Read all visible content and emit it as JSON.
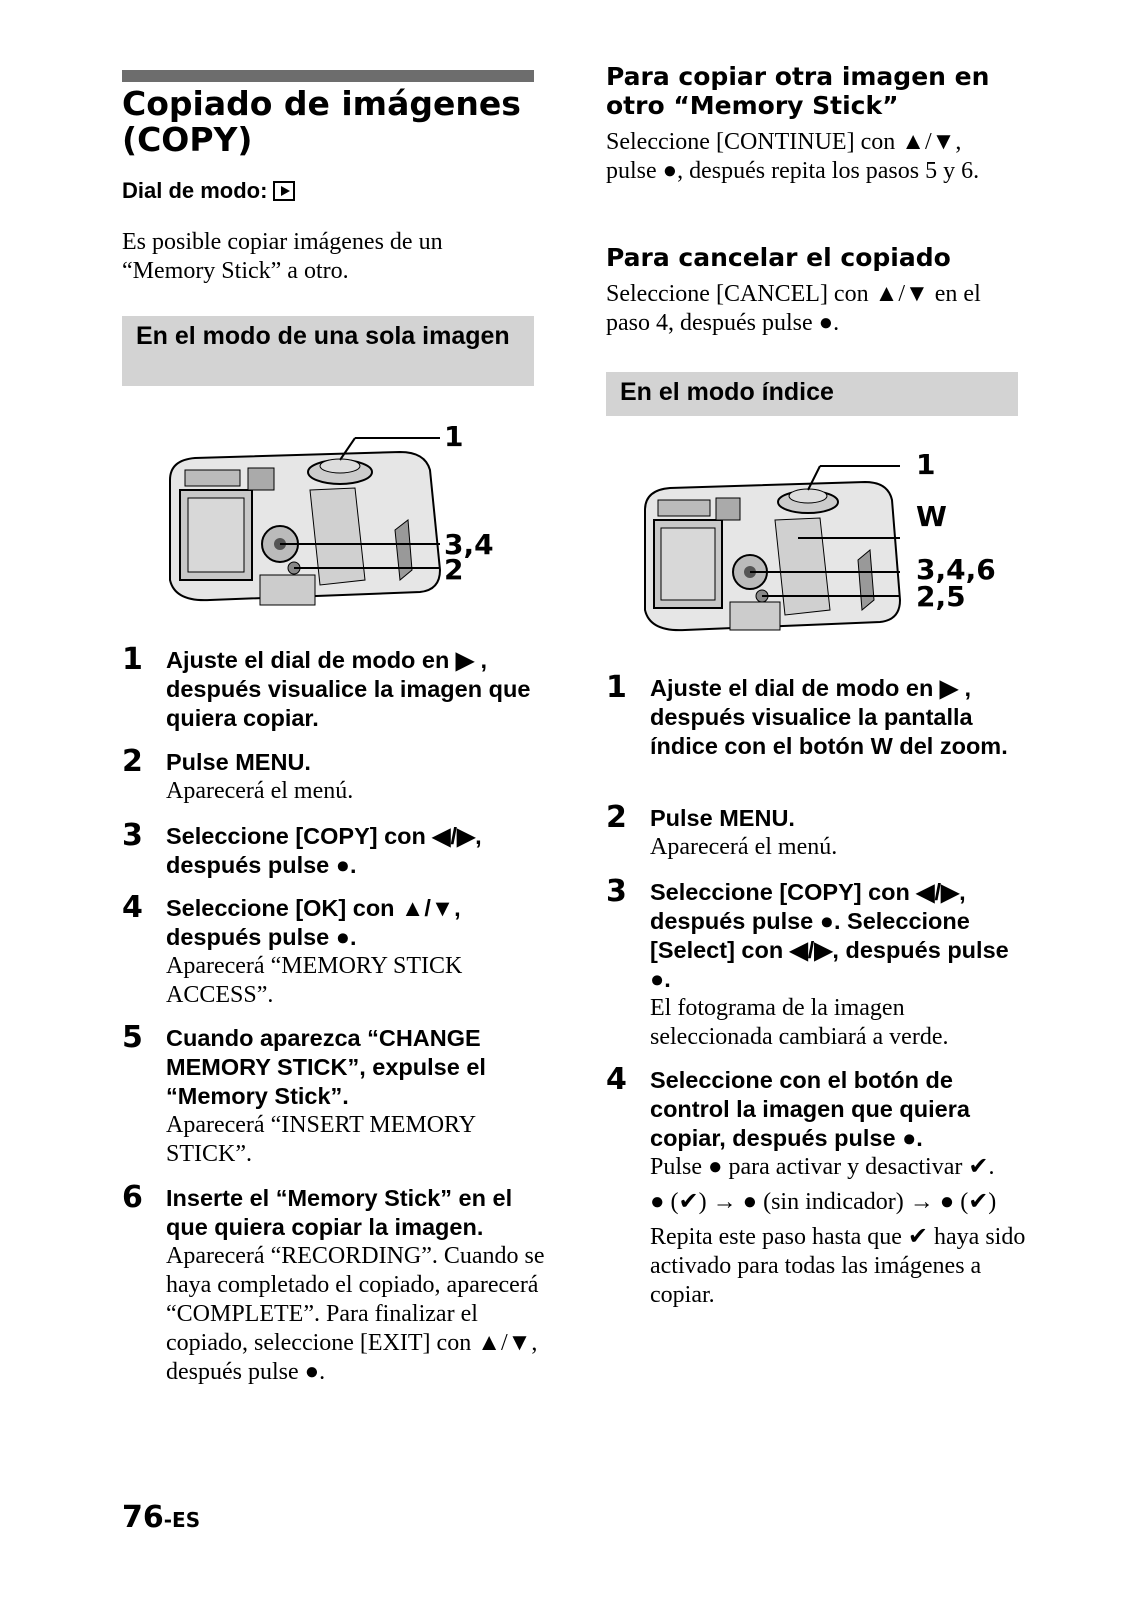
{
  "title": "Copiado de imágenes (COPY)",
  "dial_label": "Dial de modo:",
  "intro": "Es posible copiar imágenes de un “Memory Stick” a otro.",
  "left_section_header": "En el modo de una sola imagen",
  "left_figure_callouts": [
    "1",
    "3,4",
    "2"
  ],
  "left_steps": [
    {
      "num": "1",
      "head": "Ajuste el dial de modo en ▶ , después visualice la imagen que quiera copiar.",
      "body": ""
    },
    {
      "num": "2",
      "head": "Pulse MENU.",
      "body": "Aparecerá el menú."
    },
    {
      "num": "3",
      "head": "Seleccione [COPY] con ◀/▶, después pulse ●.",
      "body": ""
    },
    {
      "num": "4",
      "head": "Seleccione [OK] con ▲/▼, después pulse ●.",
      "body": "Aparecerá “MEMORY STICK ACCESS”."
    },
    {
      "num": "5",
      "head": "Cuando aparezca “CHANGE MEMORY STICK”, expulse el “Memory Stick”.",
      "body": "Aparecerá “INSERT MEMORY STICK”."
    },
    {
      "num": "6",
      "head": "Inserte el “Memory Stick” en el que quiera copiar la imagen.",
      "body": "Aparecerá “RECORDING”. Cuando se haya completado el copiado, aparecerá “COMPLETE”. Para finalizar el copiado, seleccione [EXIT] con ▲/▼, después pulse ●."
    }
  ],
  "right_top": {
    "h1": "Para copiar otra imagen en otro “Memory Stick”",
    "p1": "Seleccione [CONTINUE] con ▲/▼, pulse ●, después repita los pasos 5 y 6.",
    "h2": "Para cancelar el copiado",
    "p2": "Seleccione [CANCEL] con ▲/▼ en el paso 4, después pulse ●."
  },
  "right_section_header": "En el modo índice",
  "right_figure_callouts": [
    "1",
    "W",
    "3,4,6",
    "2,5"
  ],
  "right_steps": [
    {
      "num": "1",
      "head": "Ajuste el dial de modo en ▶ , después visualice la pantalla índice con el botón W del zoom.",
      "body": ""
    },
    {
      "num": "2",
      "head": "Pulse MENU.",
      "body": "Aparecerá el menú."
    },
    {
      "num": "3",
      "head": "Seleccione [COPY] con ◀/▶, después pulse ●. Seleccione [Select] con ◀/▶, después pulse ●.",
      "body": "El fotograma de la imagen seleccionada cambiará a verde."
    },
    {
      "num": "4",
      "head": "Seleccione con el botón de control la imagen que quiera copiar, después pulse ●.",
      "body": "Pulse ● para activar y desactivar ✔."
    }
  ],
  "right_step4_sequence": "● (✔) → ● (sin indicador) → ● (✔)",
  "right_step4_note": "Repita este paso hasta que ✔ haya sido activado para todas las imágenes a copiar.",
  "page_number": "76",
  "page_suffix": "-ES"
}
